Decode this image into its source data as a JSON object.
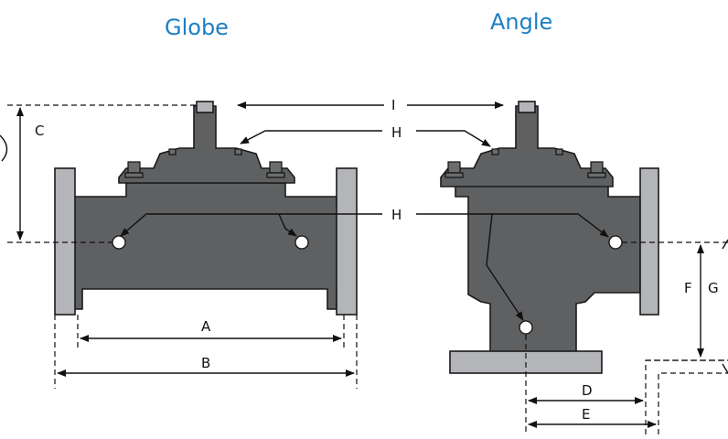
{
  "titles": {
    "globe": "Globe",
    "angle": "Angle"
  },
  "labels": {
    "I": "I",
    "H_top": "H",
    "H_mid": "H",
    "C": "C",
    "A": "A",
    "B": "B",
    "D": "D",
    "E": "E",
    "F": "F",
    "G": "G"
  },
  "colors": {
    "title_blue": "#1c7fc4",
    "valve_body": "#5f6062",
    "flange_face": "#b4b5b8",
    "line": "#111111"
  }
}
